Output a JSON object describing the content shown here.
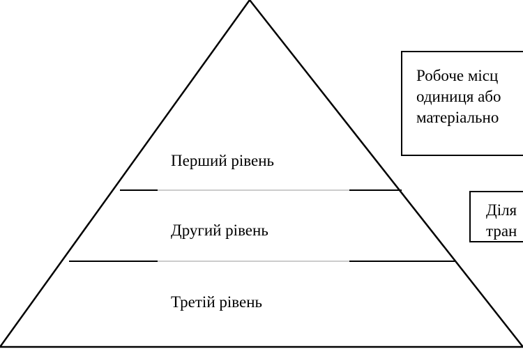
{
  "diagram": {
    "levels": [
      {
        "label": "Перший рівень"
      },
      {
        "label": "Другий рівень"
      },
      {
        "label": "Третій рівень"
      }
    ],
    "descriptions": [
      {
        "lines": [
          "Робоче місц",
          "одиниця або",
          "матеріально"
        ]
      },
      {
        "lines": [
          "Діля",
          "тран"
        ]
      }
    ],
    "colors": {
      "stroke": "#000000",
      "divider_middle": "#999999",
      "background": "#ffffff"
    }
  }
}
